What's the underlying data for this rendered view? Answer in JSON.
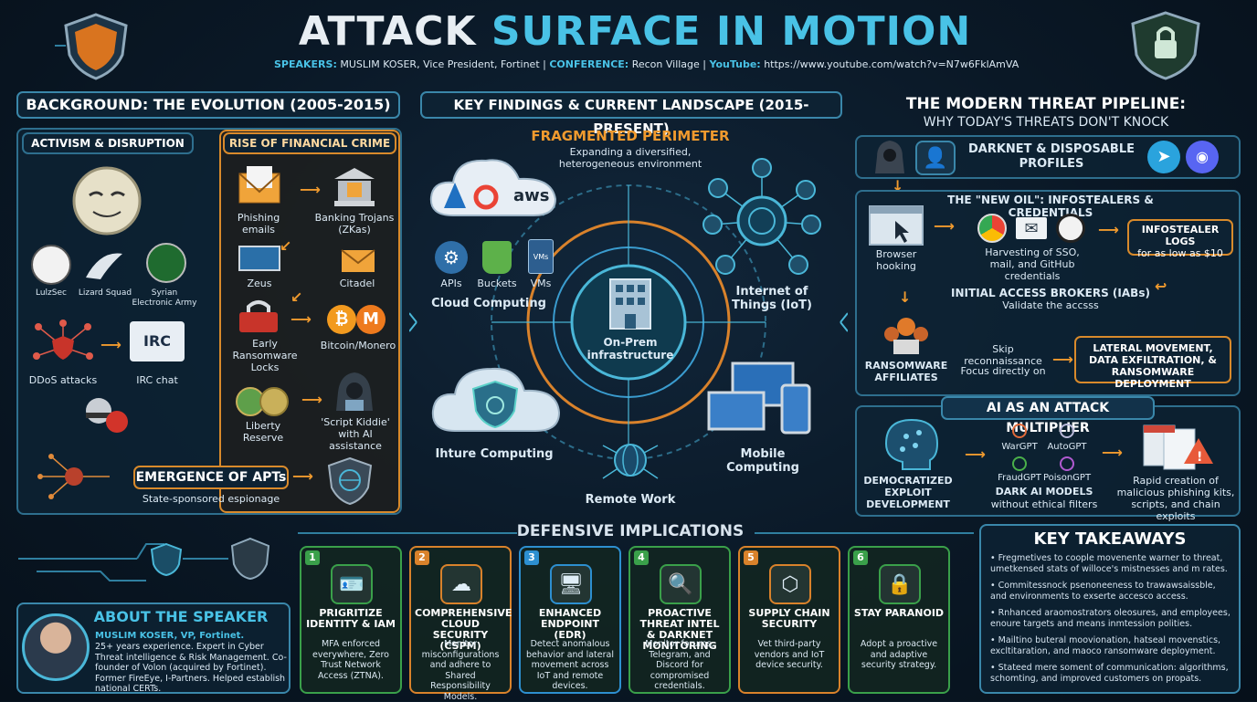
{
  "header": {
    "title_a": "ATTACK",
    "title_b": "SURFACE IN MOTION",
    "speakers_label": "SPEAKERS:",
    "speakers_value": "MUSLIM KOSER, Vice President, Fortinet",
    "conference_label": "CONFERENCE:",
    "conference_value": "Recon Village",
    "youtube_label": "YouTube:",
    "youtube_value": "https://www.youtube.com/watch?v=N7w6FklAmVA"
  },
  "background": {
    "title": "BACKGROUND: THE EVOLUTION (2005-2015)",
    "activism": {
      "title": "ACTIVISM & DISRUPTION",
      "groups": [
        "LulzSec",
        "Lizard Squad",
        "Syrian Electronic Army"
      ],
      "ddos": "DDoS attacks",
      "irc_chip": "IRC",
      "irc": "IRC chat"
    },
    "financial": {
      "title": "RISE OF FINANCIAL CRIME",
      "items": [
        "Phishing emails",
        "Banking Trojans (ZKas)",
        "Zeus",
        "Citadel",
        "Early Ransomware Locks",
        "Bitcoin/Monero",
        "Liberty Reserve",
        "'Script Kiddie' with AI assistance"
      ]
    },
    "apts": {
      "title": "EMERGENCE OF APTs",
      "subtitle": "State-sponsored espionage"
    }
  },
  "findings": {
    "title": "KEY FINDINGS & CURRENT LANDSCAPE (2015-PRESENT)",
    "perimeter_title": "FRAGMENTED PERIMETER",
    "perimeter_subtitle": "Expanding a diversified, heterogeneous environment",
    "cloud": {
      "aws": "aws",
      "labels": [
        "APIs",
        "Buckets",
        "VMs"
      ],
      "vm_chip": "VMs",
      "title": "Cloud Computing"
    },
    "iot": "Internet of Things (IoT)",
    "onprem": "On-Prem infrastructure",
    "future": "Ihture Computing",
    "mobile": "Mobile Computing",
    "remote": "Remote Work"
  },
  "pipeline": {
    "title": "THE MODERN THREAT PIPELINE:",
    "subtitle": "WHY TODAY'S THREATS DON'T KNOCK",
    "darknet": "DARKNET & DISPOSABLE PROFILES",
    "oil_title": "THE \"NEW OIL\": INFOSTEALERS & CREDENTIALS",
    "browser": "Browser hooking",
    "harvest": "Harvesting of SSO, mail, and GitHub credentials",
    "logs_title": "INFOSTEALER LOGS",
    "logs_sub": "for as low as $10",
    "iab_title": "INITIAL ACCESS BROKERS (IABs)",
    "iab_sub": "Validate the accsss",
    "affiliates": "RANSOMWARE AFFILIATES",
    "skip": "Skip reconnaissance",
    "focus": "Focus directly on",
    "lateral": "LATERAL MOVEMENT, DATA EXFILTRATION, & RANSOMWARE DEPLOYMENT"
  },
  "ai": {
    "title": "AI AS AN ATTACK MULTIPLIER",
    "democratized": "DEMOCRATIZED EXPLOIT DEVELOPMENT",
    "models": [
      "WarGPT",
      "AutoGPT",
      "FraudGPT",
      "PoisonGPT"
    ],
    "dark_title": "DARK AI MODELS",
    "dark_sub": "without ethical filters",
    "rapid": "Rapid creation of malicious phishing kits, scripts, and chain exploits"
  },
  "defensive": {
    "title": "DEFENSIVE IMPLICATIONS",
    "cards": [
      {
        "n": "1",
        "title": "PRIGRITIZE IDENTITY & IAM",
        "text": "MFA enforced everywhere, Zero Trust Network Access (ZTNA).",
        "color": "#3aa04a"
      },
      {
        "n": "2",
        "title": "COMPREHENSIVE CLOUD SECURITY (CSPM)",
        "text": "Monitor misconfigurations and adhere to Shared Responsibility Models.",
        "color": "#d9822b"
      },
      {
        "n": "3",
        "title": "ENHANCED ENDPOINT (EDR)",
        "text": "Detect anomalous behavior and lateral movement across IoT and remote devices.",
        "color": "#2d8fd0"
      },
      {
        "n": "4",
        "title": "PROACTIVE THREAT INTEL & DARKNET MONITORING",
        "text": "Monitor forums, Telegram, and Discord for compromised credentials.",
        "color": "#3aa04a"
      },
      {
        "n": "5",
        "title": "SUPPLY CHAIN SECURITY",
        "text": "Vet third-party vendors and IoT device security.",
        "color": "#d9822b"
      },
      {
        "n": "6",
        "title": "STAY PARANOID",
        "text": "Adopt a proactive and adaptive security strategy.",
        "color": "#3aa04a"
      }
    ]
  },
  "speaker": {
    "title": "ABOUT THE SPEAKER",
    "name": "MUSLIM KOSER, VP, Fortinet.",
    "bio": "25+ years experience. Expert in Cyber Threat intelligence & Risk Management. Co-founder of Volon (acquired by Fortinet). Former FireEye, I-Partners. Helped establish national CERTs."
  },
  "takeaways": {
    "title": "KEY TAKEAWAYS",
    "items": [
      "Fregmetives to coople movenente warner to threat, umetkensed stats of willoce's mistnesses and m rates.",
      "Commitessnock psenoneeness to trawawsaissble, and environments to exserte accesco access.",
      "Rnhanced araomostrators oleosures, and employees, enoure targets and means inmtession polities.",
      "Mailtino buteral moovionation, hatseal movenstics, excltitaration, and maoco ransomware deployment.",
      "Stateed mere soment of communication: algorithms, schomting, and improved customers on propats."
    ]
  },
  "colors": {
    "accent_cyan": "#49c2e6",
    "accent_orange": "#f09a2e",
    "panel_border": "#2e6f8e"
  }
}
